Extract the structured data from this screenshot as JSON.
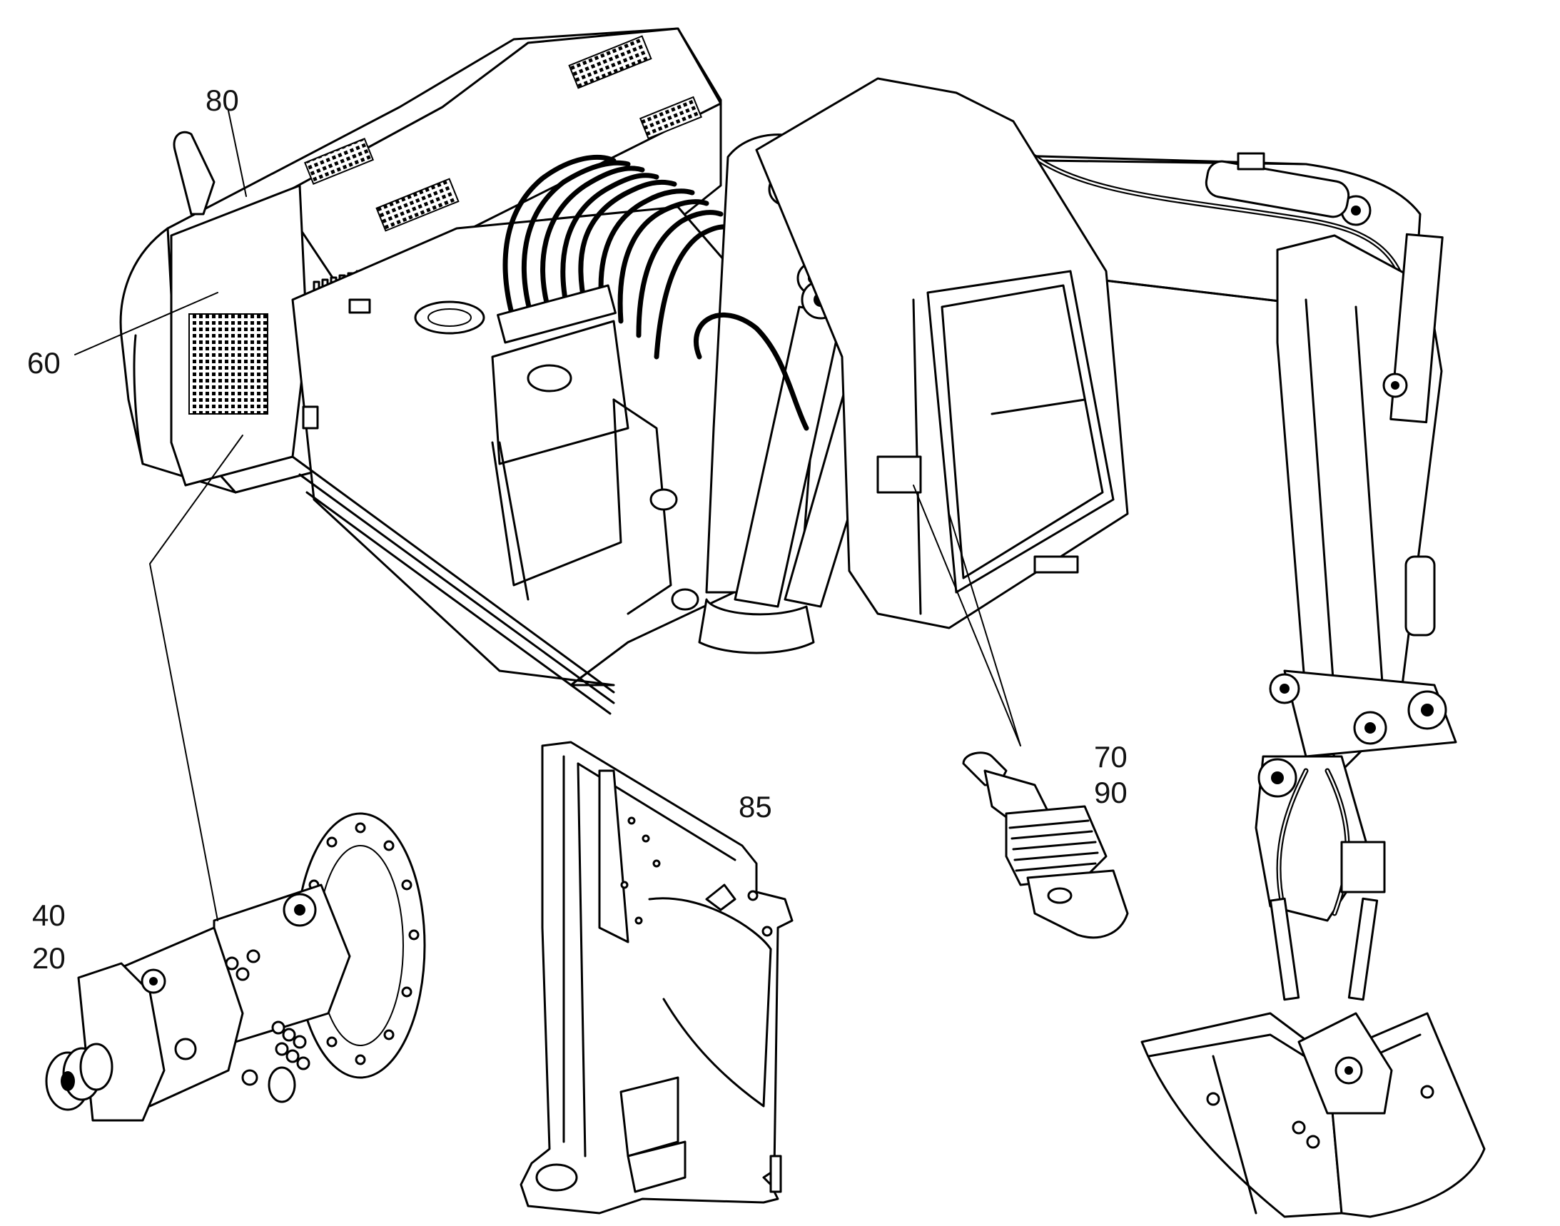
{
  "diagram": {
    "callouts": [
      {
        "id": "c80",
        "label": "80"
      },
      {
        "id": "c60",
        "label": "60"
      },
      {
        "id": "c40",
        "label": "40"
      },
      {
        "id": "c20",
        "label": "20"
      },
      {
        "id": "c85",
        "label": "85"
      },
      {
        "id": "c70",
        "label": "70"
      },
      {
        "id": "c90",
        "label": "90"
      }
    ]
  }
}
